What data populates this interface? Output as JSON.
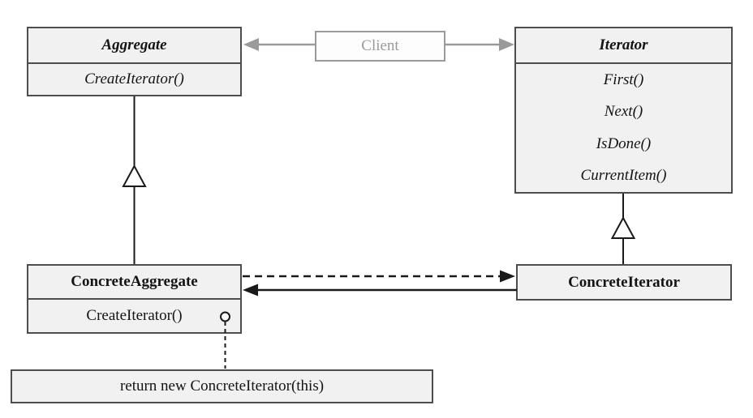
{
  "classes": {
    "aggregate": {
      "name": "Aggregate",
      "methods": [
        "CreateIterator()"
      ]
    },
    "iterator": {
      "name": "Iterator",
      "methods": [
        "First()",
        "Next()",
        "IsDone()",
        "CurrentItem()"
      ]
    },
    "concreteAggregate": {
      "name": "ConcreteAggregate",
      "methods": [
        "CreateIterator()"
      ]
    },
    "concreteIterator": {
      "name": "ConcreteIterator"
    }
  },
  "client": {
    "label": "Client"
  },
  "note": {
    "text": "return new ConcreteIterator(this)"
  },
  "relationships": [
    {
      "from": "Client",
      "to": "Aggregate",
      "type": "association",
      "style": "gray-solid-arrow"
    },
    {
      "from": "Client",
      "to": "Iterator",
      "type": "association",
      "style": "gray-solid-arrow"
    },
    {
      "from": "ConcreteAggregate",
      "to": "Aggregate",
      "type": "generalization",
      "style": "hollow-triangle"
    },
    {
      "from": "ConcreteIterator",
      "to": "Iterator",
      "type": "generalization",
      "style": "hollow-triangle"
    },
    {
      "from": "ConcreteAggregate",
      "to": "ConcreteIterator",
      "type": "dependency-creates",
      "style": "dashed-black-arrow"
    },
    {
      "from": "ConcreteIterator",
      "to": "ConcreteAggregate",
      "type": "association",
      "style": "solid-black-arrow"
    },
    {
      "from": "ConcreteAggregate.CreateIterator()",
      "to": "note",
      "type": "note-anchor",
      "style": "circle-dashed-line"
    }
  ],
  "colors": {
    "box_fill": "#f1f1f1",
    "box_border": "#4d4d4d",
    "line_black": "#1a1a1a",
    "gray": "#9a9a9a",
    "client_text": "#9a9a9a",
    "background": "#ffffff",
    "text": "#141414"
  }
}
